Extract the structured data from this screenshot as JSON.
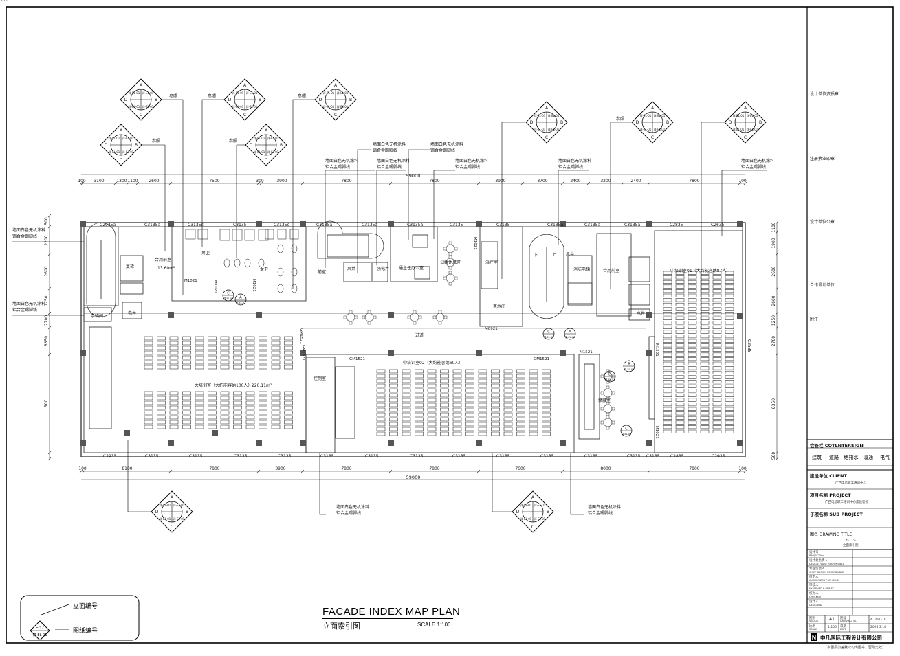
{
  "drawing": {
    "title_en": "FACADE INDEX MAP PLAN",
    "title_cn": "立面索引图",
    "scale": "SCALE 1:100"
  },
  "legend": {
    "elevation_no": "立面编号",
    "sheet_no": "图纸编号",
    "symbol_code": "E07",
    "symbol_sheet": "详-EL-01"
  },
  "dimensions": {
    "top": [
      "100",
      "3100",
      "1300",
      "1100",
      "2600",
      "7500",
      "300",
      "3900",
      "7800",
      "7800",
      "3900",
      "3700",
      "2400",
      "3200",
      "2400",
      "7800",
      "100"
    ],
    "bottom": [
      "100",
      "8100",
      "7800",
      "3900",
      "7800",
      "7800",
      "7600",
      "8000",
      "7800",
      "100"
    ],
    "total": "59000",
    "left": [
      "500",
      "2200",
      "2600",
      "1250",
      "2700",
      "8350",
      "500"
    ],
    "right": [
      "1100",
      "1900",
      "2600",
      "2600",
      "1250",
      "2700",
      "8350",
      "500"
    ]
  },
  "windows": {
    "top": [
      "C2935a",
      "C3135a",
      "C3135c",
      "C3135",
      "C3135c",
      "C3135a",
      "C3135a",
      "C3135a",
      "C3135",
      "C3135",
      "C3135a",
      "C3135a",
      "C3135a",
      "C2835",
      "C2635"
    ],
    "bottom": [
      "C2935",
      "C3135",
      "C3135",
      "C3135",
      "C3135",
      "C3135",
      "C3135",
      "C3135",
      "C3135",
      "C3135",
      "C3135",
      "C3135",
      "C3135",
      "C3135",
      "C2835",
      "C2935"
    ],
    "right": "C2535"
  },
  "doors": [
    "M1021",
    "M1021",
    "M1021",
    "M0921",
    "GM1521",
    "GM1521",
    "GM1521",
    "GM1521",
    "M1521",
    "M1521",
    "M1021",
    "M1021"
  ],
  "rooms": [
    {
      "name": "合用前室"
    },
    {
      "name": "13.60m²"
    },
    {
      "name": "男卫"
    },
    {
      "name": "女卫"
    },
    {
      "name": "前室"
    },
    {
      "name": "风井"
    },
    {
      "name": "强电井"
    },
    {
      "name": "通主任办公室"
    },
    {
      "name": "公共休息区"
    },
    {
      "name": "茶水间"
    },
    {
      "name": "消防电梯"
    },
    {
      "name": "合用前室"
    },
    {
      "name": "中培训室01（大约能容纳87人）"
    },
    {
      "name": "大培训室（大约能容纳100人）"
    },
    {
      "name": "220.11m²"
    },
    {
      "name": "控制室"
    },
    {
      "name": "中培训室02（大约能容纳60人）"
    },
    {
      "name": "储藏室"
    },
    {
      "name": "杂物间"
    },
    {
      "name": "电井"
    },
    {
      "name": "复梯"
    },
    {
      "name": "过道"
    },
    {
      "name": "水井"
    },
    {
      "name": "风井"
    },
    {
      "name": "下"
    },
    {
      "name": "上"
    },
    {
      "name": "治疗室"
    }
  ],
  "annotations": {
    "ref": "参照",
    "wall_line1": "墙面白色无机涂料",
    "wall_line2": "铝合金踢脚线"
  },
  "symbols": {
    "a": "A",
    "b": "B",
    "c": "C",
    "d": "D",
    "sheet": "详-EL-01"
  },
  "title_block": {
    "seal_label": "设计单位资质章",
    "reg_seal_label": "注册执业印章",
    "company_seal_label": "设计单位公章",
    "cooperation_label": "合作设计单位",
    "notes_label": "附注",
    "consult_title": "会签栏 COTLNTERSIGN",
    "disciplines": [
      "建筑",
      "道路",
      "给排水",
      "暖通",
      "电气"
    ],
    "client_label": "建设单位 CLIENT",
    "client_value": "广西电信职工培训中心",
    "project_label": "项目名称 PROJECT",
    "project_value": "广西电信职工培训中心建设装修",
    "sub_label": "子项名称 SUB PROJECT",
    "drawing_title_label": "图名 DRAWING TITLE",
    "drawing_title_value1": "4F、6F",
    "drawing_title_value2": "立面索引图",
    "rows": [
      {
        "cn": "设计号",
        "en": "PROJECT No."
      },
      {
        "cn": "设计总负责人",
        "en": "DESIGN PLANE RESPONSIBLE"
      },
      {
        "cn": "专业负责人",
        "en": "CHIEF DESIGN RESPONSIBLE"
      },
      {
        "cn": "审定人",
        "en": "AUTHORIZED FOR ISSUE"
      },
      {
        "cn": "审核人",
        "en": "EXAMINED & VERIFY"
      },
      {
        "cn": "校对人",
        "en": "CHECKED"
      },
      {
        "cn": "设计人",
        "en": "DESIGNED"
      }
    ],
    "status_label": "图别",
    "status_en": "STATUS",
    "status_value": "A1",
    "drawing_no_label": "图号",
    "drawing_no_en": "DRAWING No.",
    "drawing_no_value": "4、6PL-10",
    "scale_label": "比例",
    "scale_en": "SCALE",
    "scale_value": "1:100",
    "date_label": "日期",
    "date_en": "DATE",
    "date_value": "2024.3.14",
    "company": "中凡国际工程设计有限公司",
    "footnote": "（本图须加盖我公司出图章，否则无效）"
  }
}
